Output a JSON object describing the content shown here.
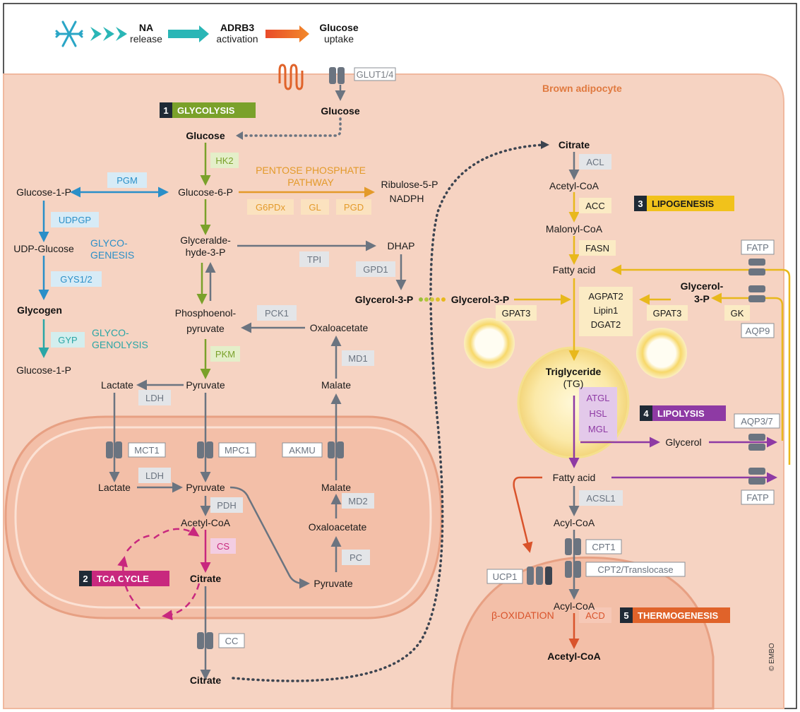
{
  "colors": {
    "gray": "#6b7480",
    "green": "#7aa12a",
    "blue": "#2a8fc8",
    "teal": "#2aa6a6",
    "orange_path": "#e39a2a",
    "yellow": "#e8b81c",
    "purple": "#8e3aa4",
    "magenta": "#c8287e",
    "red_orange": "#d9532b",
    "cell": "#f6d3c2",
    "mito": "#f3bfa8"
  },
  "top": {
    "snowflake": "snowflake-icon",
    "na": "NA",
    "na_sub": "release",
    "adrb3": "ADRB3",
    "adrb3_sub": "activation",
    "glucose": "Glucose",
    "glucose_sub": "uptake",
    "glut": "GLUT1/4"
  },
  "cell_label": "Brown adipocyte",
  "copyright": "© EMBO",
  "sections": {
    "s1_num": "1",
    "s1": "GLYCOLYSIS",
    "s2_num": "2",
    "s2": "TCA CYCLE",
    "s3_num": "3",
    "s3": "LIPOGENESIS",
    "s4_num": "4",
    "s4": "LIPOLYSIS",
    "s5_num": "5",
    "s5": "THERMOGENESIS"
  },
  "metabolites": {
    "glucose_in": "Glucose",
    "glucose": "Glucose",
    "glucose1p": "Glucose-1-P",
    "glucose6p": "Glucose-6-P",
    "ribulose": "Ribulose-5-P",
    "nadph": "NADPH",
    "udp_glucose": "UDP-Glucose",
    "gap1": "Glyceralde-",
    "gap2": "hyde-3-P",
    "dhap": "DHAP",
    "glycogen": "Glycogen",
    "pep1": "Phosphoenol-",
    "pep2": "pyruvate",
    "oaa_c": "Oxaloacetate",
    "glucose1p_b": "Glucose-1-P",
    "lactate_c": "Lactate",
    "pyruvate_c": "Pyruvate",
    "malate_c": "Malate",
    "lactate_m": "Lactate",
    "pyruvate_m": "Pyruvate",
    "malate_m": "Malate",
    "acetylcoa_m": "Acetyl-CoA",
    "oaa_m": "Oxaloacetate",
    "citrate_m": "Citrate",
    "pyruvate_m2": "Pyruvate",
    "citrate_out": "Citrate",
    "glycerol3p_a": "Glycerol-3-P",
    "glycerol3p_b": "Glycerol-3-P",
    "citrate_r": "Citrate",
    "acetylcoa_r": "Acetyl-CoA",
    "malonylcoa": "Malonyl-CoA",
    "fatty_acid_1": "Fatty acid",
    "glycerol3p_r1": "Glycerol-",
    "glycerol3p_r2": "3-P",
    "tg1": "Triglyceride",
    "tg2": "(TG)",
    "glycerol": "Glycerol",
    "fatty_acid_2": "Fatty acid",
    "acylcoa_1": "Acyl-CoA",
    "acylcoa_2": "Acyl-CoA",
    "acetylcoa_final": "Acetyl-CoA",
    "beta_ox": "β-OXIDATION",
    "ppp1": "PENTOSE PHOSPHATE",
    "ppp2": "PATHWAY",
    "glycogenesis1": "GLYCO-",
    "glycogenesis2": "GENESIS",
    "glycogenolysis1": "GLYCO-",
    "glycogenolysis2": "GENOLYSIS"
  },
  "enzymes": {
    "hk2": "HK2",
    "pgm": "PGM",
    "g6pdx": "G6PDx",
    "gl": "GL",
    "pgd": "PGD",
    "udpgp": "UDPGP",
    "gys": "GYS1/2",
    "gyp": "GYP",
    "tpi": "TPI",
    "gpd1": "GPD1",
    "pck1": "PCK1",
    "pkm": "PKM",
    "md1": "MD1",
    "ldh_c": "LDH",
    "mct1": "MCT1",
    "mpc1": "MPC1",
    "akmu": "AKMU",
    "ldh_m": "LDH",
    "pdh": "PDH",
    "md2": "MD2",
    "cs": "CS",
    "pc": "PC",
    "cc": "CC",
    "acl": "ACL",
    "acc": "ACC",
    "fasn": "FASN",
    "gpat3_a": "GPAT3",
    "agpat2": "AGPAT2",
    "lipin1": "Lipin1",
    "dgat2": "DGAT2",
    "gpat3_b": "GPAT3",
    "gk": "GK",
    "fatp_top": "FATP",
    "aqp9": "AQP9",
    "atgl": "ATGL",
    "hsl": "HSL",
    "mgl": "MGL",
    "aqp37": "AQP3/7",
    "fatp_bottom": "FATP",
    "acsl1": "ACSL1",
    "cpt1": "CPT1",
    "cpt2": "CPT2/Translocase",
    "ucp1": "UCP1",
    "acd": "ACD"
  }
}
